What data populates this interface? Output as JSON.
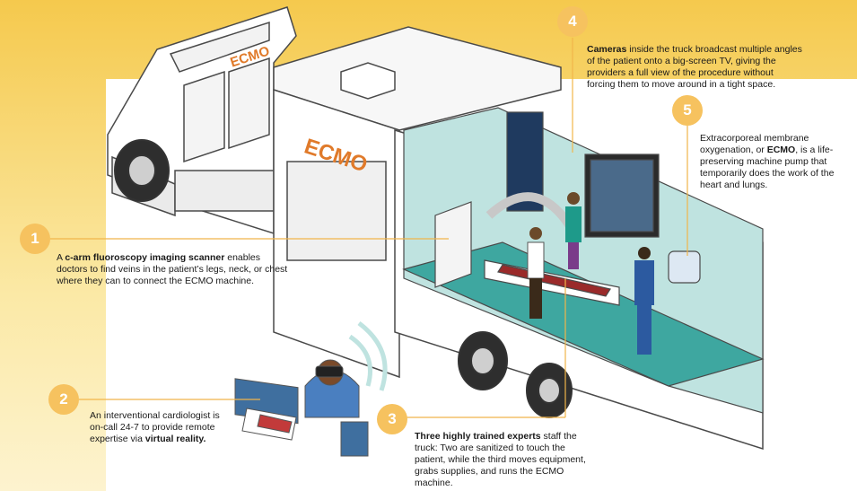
{
  "truck_logo": "ECMO",
  "callouts": [
    {
      "number": "1",
      "bold": "c-arm fluoroscopy imaging scanner",
      "pre": "A ",
      "post": " enables doctors to find veins in the patient’s legs, neck, or chest where they can to connect the ECMO machine."
    },
    {
      "number": "2",
      "pre": "An interventional cardiologist is on-call 24-7 to provide remote expertise via ",
      "bold": "virtual reality.",
      "post": ""
    },
    {
      "number": "3",
      "pre": "",
      "bold": "Three highly trained experts",
      "post": " staff the truck: Two are sanitized to touch the patient, while the third moves equipment, grabs supplies, and runs the ECMO machine."
    },
    {
      "number": "4",
      "pre": "",
      "bold": "Cameras",
      "post": " inside the truck broadcast multiple angles of the patient onto a big-screen TV, giving the providers a full view of the procedure without forcing them to move around in a tight space."
    },
    {
      "number": "5",
      "pre": "Extracorporeal membrane oxygenation, or ",
      "bold": "ECMO",
      "post": ", is a life-preserving machine pump that temporarily does the work of the heart and lungs."
    }
  ],
  "colors": {
    "accent": "#f6c25f",
    "truck_interior": "#bfe3e0",
    "floor": "#3ea7a0",
    "outline": "#4a4a4a"
  }
}
